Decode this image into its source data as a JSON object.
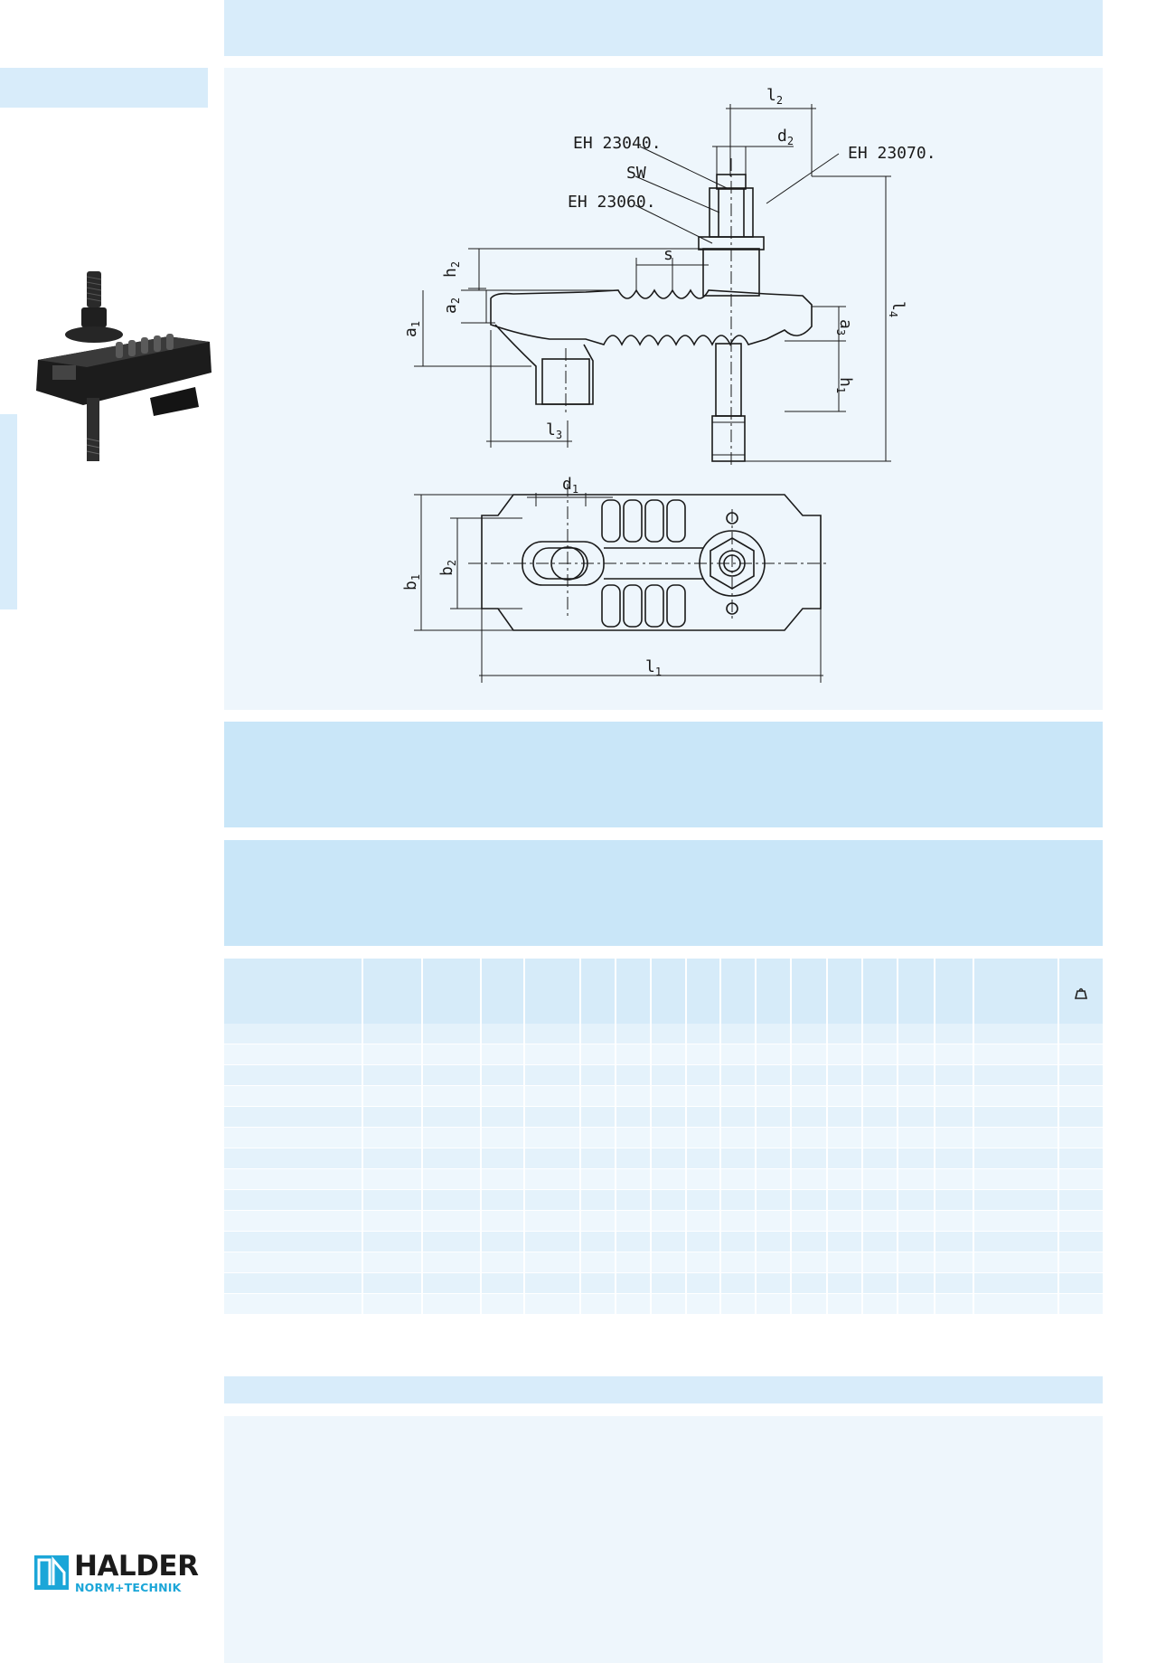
{
  "drawing": {
    "callouts": {
      "eh_23040": "EH 23040.",
      "sw": "SW",
      "eh_23060": "EH 23060.",
      "eh_23070": "EH 23070."
    },
    "dimensions": {
      "l": "l",
      "d": "d",
      "h": "h",
      "a": "a",
      "b": "b",
      "s": "s",
      "sub_1": "1",
      "sub_2": "2",
      "sub_3": "3",
      "sub_4": "4"
    }
  },
  "table": {
    "weight_icon": "weight-icon",
    "row_count": 14
  },
  "logo": {
    "name": "HALDER",
    "tagline": "NORM+TECHNIK"
  }
}
